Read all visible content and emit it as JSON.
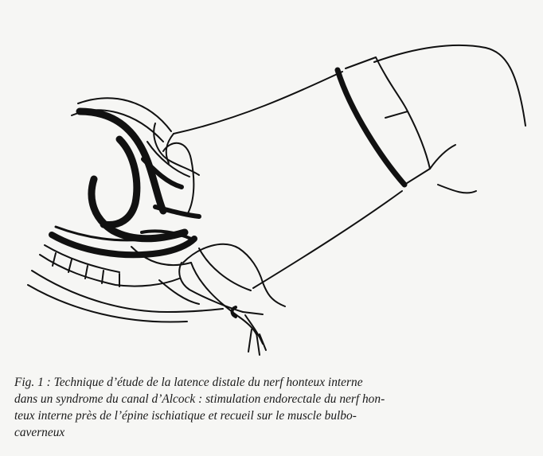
{
  "figure": {
    "illustration_icon": "anatomical-line-drawing",
    "ink_color": "#111111",
    "paper_color": "#f6f6f4"
  },
  "caption": {
    "lines": [
      "Fig. 1 : Technique d’étude de la latence distale du nerf honteux interne",
      "dans un syndrome du canal d’Alcock : stimulation endorectale du nerf hon-",
      "teux interne près de l’épine ischiatique et recueil sur le muscle bulbo-",
      "caverneux"
    ]
  }
}
